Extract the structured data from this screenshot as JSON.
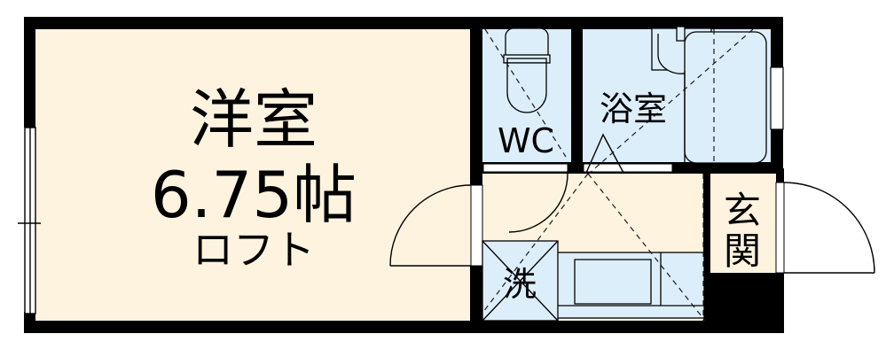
{
  "plan": {
    "title": "apartment-floor-plan",
    "colors": {
      "wall": "#000000",
      "living_floor": "#FDF3DF",
      "wet_floor": "#DDEEFB",
      "fixture_line": "#1a1f3c",
      "background": "#FFFFFF",
      "window_fill": "#FFFFFF"
    }
  },
  "rooms": [
    {
      "key": "main_room",
      "name_label": "洋室",
      "size_label": "6.75帖",
      "extra_label": "ロフト",
      "floor_type": "living"
    },
    {
      "key": "wc",
      "name_label": "WC",
      "floor_type": "wet"
    },
    {
      "key": "bathroom",
      "name_label": "浴室",
      "floor_type": "wet"
    },
    {
      "key": "washer",
      "name_label": "洗",
      "floor_type": "wet"
    },
    {
      "key": "entrance",
      "name_label": "玄関",
      "name_label_chars": [
        "玄",
        "関"
      ],
      "floor_type": "living"
    },
    {
      "key": "hall",
      "name_label": "",
      "floor_type": "living"
    }
  ],
  "fixtures": [
    {
      "key": "toilet",
      "label": "toilet-fixture",
      "room": "wc"
    },
    {
      "key": "washbasin",
      "label": "washbasin-fixture",
      "room": "bathroom"
    },
    {
      "key": "bathtub",
      "label": "bathtub-fixture",
      "room": "bathroom"
    },
    {
      "key": "kitchen_counter",
      "label": "kitchen-counter-fixture",
      "room": "hall"
    },
    {
      "key": "kitchen_sink",
      "label": "kitchen-sink-fixture",
      "room": "hall"
    },
    {
      "key": "washer_slot",
      "label": "washing-machine-slot",
      "room": "washer"
    }
  ],
  "openings": [
    {
      "key": "balcony_window",
      "label": "sliding-window-left",
      "type": "sliding-window"
    },
    {
      "key": "entrance_door",
      "label": "entrance-door",
      "type": "swing-door"
    },
    {
      "key": "room_door",
      "label": "room-entry-door",
      "type": "swing-door"
    },
    {
      "key": "wc_door",
      "label": "wc-door",
      "type": "swing-door"
    },
    {
      "key": "bath_door",
      "label": "bathroom-folding-door",
      "type": "folding-door"
    },
    {
      "key": "bath_window",
      "label": "bathroom-window-right",
      "type": "window"
    }
  ]
}
